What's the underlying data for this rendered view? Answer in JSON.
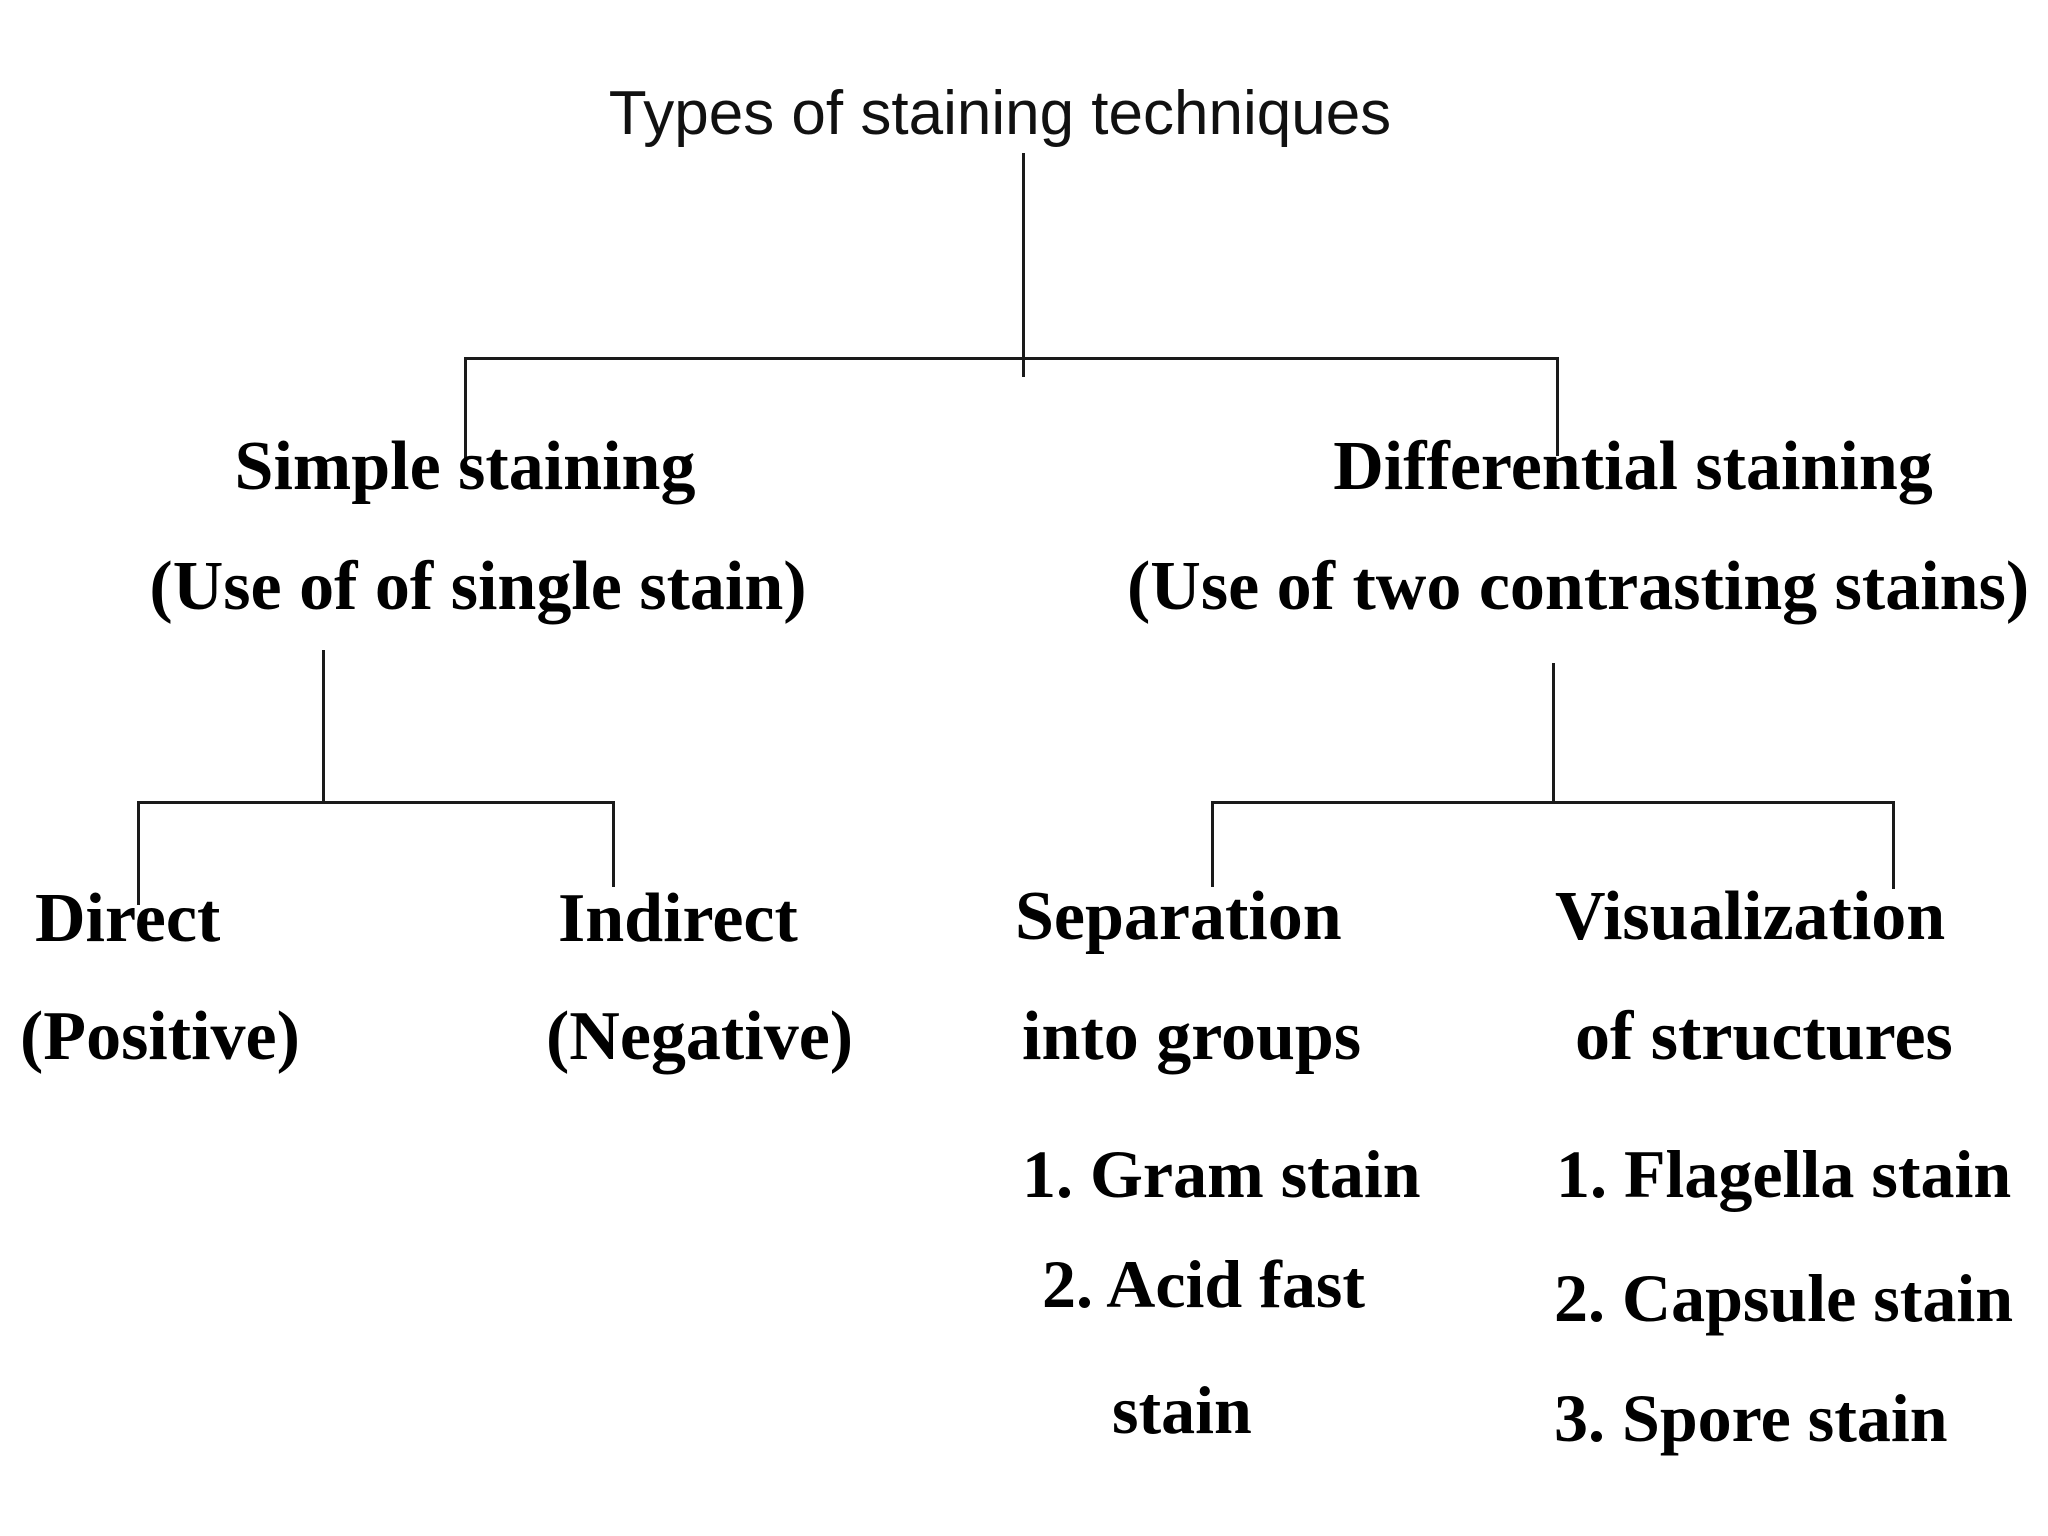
{
  "colors": {
    "background": "#ffffff",
    "text": "#000000",
    "line": "#1a1a1a"
  },
  "title": "Types of staining techniques",
  "tree": {
    "simple": {
      "name": "Simple staining",
      "detail": "(Use of of single stain)"
    },
    "differential": {
      "name": "Differential staining",
      "detail": "(Use of two contrasting stains)"
    },
    "direct": {
      "name": "Direct",
      "detail": "(Positive)"
    },
    "indirect": {
      "name": "Indirect",
      "detail": "(Negative)"
    },
    "separation": {
      "name": "Separation",
      "detail": "into groups",
      "items": [
        "1. Gram stain",
        "2. Acid fast",
        "stain"
      ]
    },
    "visualization": {
      "name": "Visualization",
      "detail": "of structures",
      "items": [
        "1. Flagella stain",
        "2. Capsule stain",
        "3. Spore stain"
      ]
    }
  }
}
